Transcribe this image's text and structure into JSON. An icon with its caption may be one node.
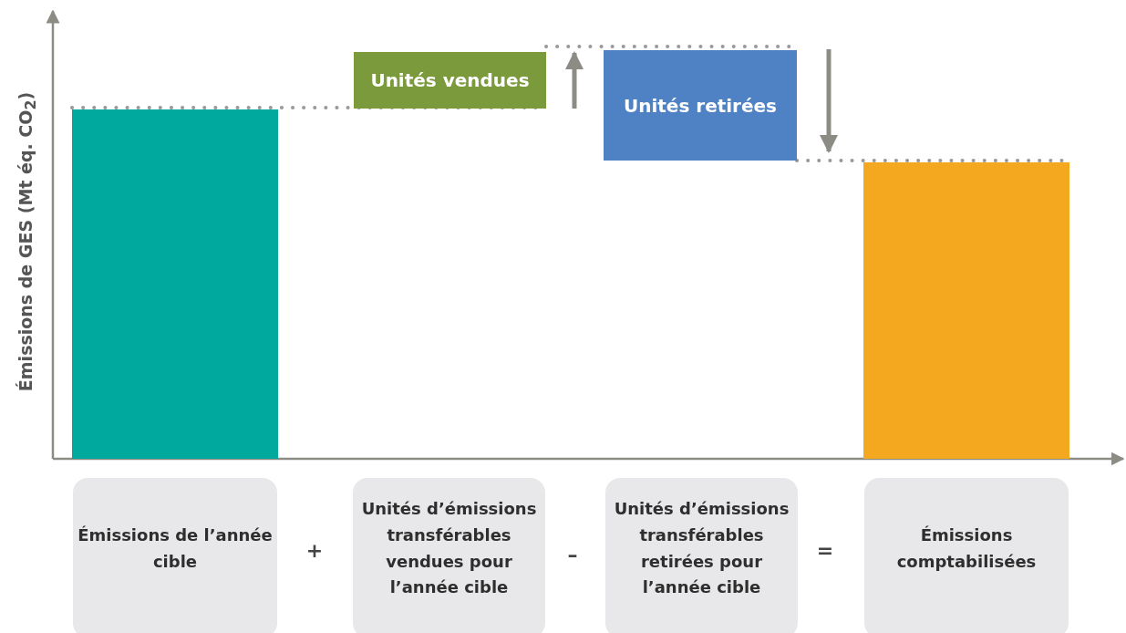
{
  "diagram": {
    "nodes": [
      {
        "text": [],
        "shape": "bar"
      },
      {
        "text": [
          "Unités vendues"
        ]
      },
      {
        "text": [
          "Unités retirées"
        ]
      },
      {
        "text": [],
        "shape": "bar"
      },
      {
        "text": [
          "Émissions de l’année cible"
        ]
      },
      {
        "text": [
          "Unités d’émissions transférables vendues pour l’année cible"
        ]
      },
      {
        "text": [
          "Unités d’émissions transférables retirées pour l’année cible"
        ]
      },
      {
        "text": [
          "Émissions comptabilisées"
        ]
      }
    ],
    "edges": [
      {
        "from": 0,
        "to": 1,
        "arrow": "none",
        "style": "dashed"
      },
      {
        "from": 1,
        "to": 2,
        "arrow": "none",
        "style": "dashed"
      },
      {
        "from": 2,
        "to": 3,
        "arrow": "none",
        "style": "dashed"
      }
    ],
    "labels": [
      "Émissions de GES (Mt éq. CO$_{2}$)",
      "+",
      "–",
      "="
    ]
  }
}
